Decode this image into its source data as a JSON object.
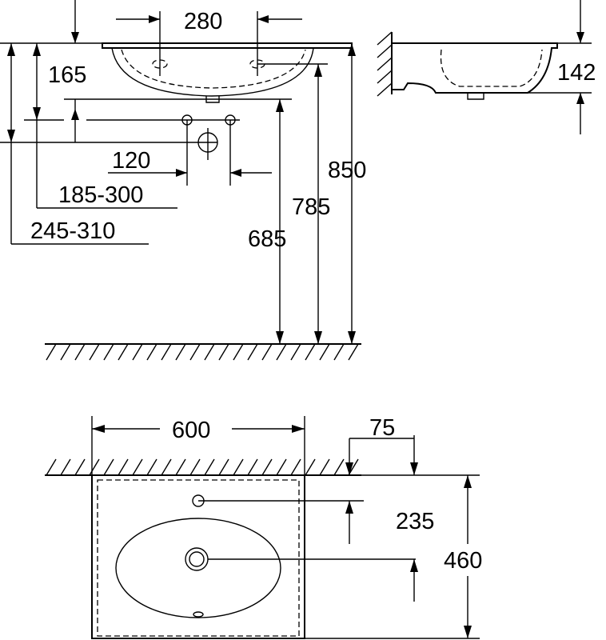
{
  "drawing": {
    "side_view": {
      "dims": {
        "tap_spacing": "280",
        "back_height": "165",
        "bottom_height": "685",
        "rim_height": "785",
        "total_height": "850",
        "pipe_spacing": "120",
        "range_a": "185-300",
        "range_b": "245-310"
      }
    },
    "profile_view": {
      "dims": {
        "depth": "142"
      }
    },
    "top_view": {
      "dims": {
        "width": "600",
        "back_offset": "75",
        "tap_offset": "235",
        "depth": "460"
      }
    }
  }
}
